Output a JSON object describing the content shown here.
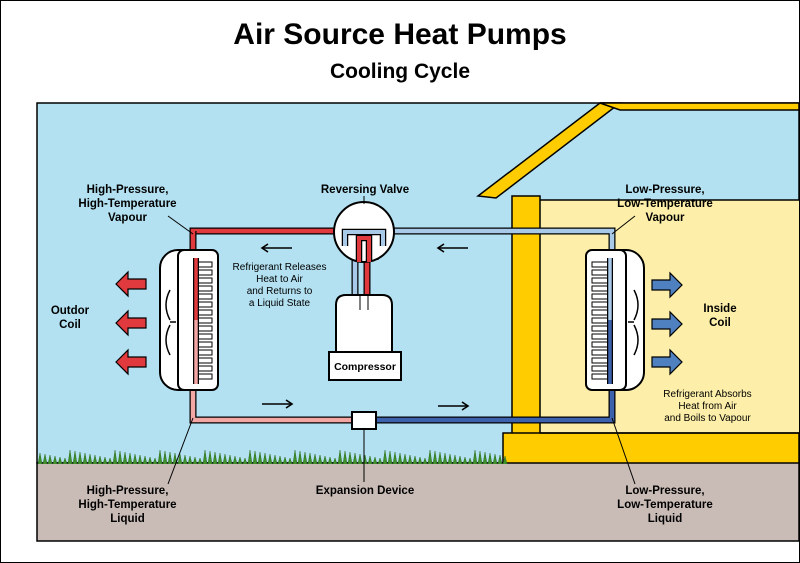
{
  "header": {
    "title": "Air Source Heat Pumps",
    "subtitle": "Cooling Cycle"
  },
  "labels": {
    "hp_hot_vapour": "High-Pressure,\nHigh-Temperature\nVapour",
    "reversing_valve": "Reversing Valve",
    "lp_low_vapour": "Low-Pressure,\nLow-Temperature\nVapour",
    "outdoor_coil": "Outdor\nCoil",
    "inside_coil": "Inside\nCoil",
    "releases_heat": "Refrigerant Releases\nHeat to Air\nand Returns to\na Liquid State",
    "compressor": "Compressor",
    "absorbs_heat": "Refrigerant Absorbs\nHeat from Air\nand Boils to Vapour",
    "hp_hot_liquid": "High-Pressure,\nHigh-Temperature\nLiquid",
    "expansion_device": "Expansion Device",
    "lp_low_liquid": "Low-Pressure,\nLow-Temperature\nLiquid"
  },
  "colors": {
    "sky": "#b3e1f1",
    "ground": "#c9bbb6",
    "grass": "#3f8f2c",
    "house_wall": "#fdefa9",
    "house_frame": "#ffcc00",
    "hot_pipe": "#e03a3e",
    "warm_pipe": "#f2a7a5",
    "cold_pipe": "#3d62ad",
    "cool_pipe": "#a9c9e9",
    "arrow_red": "#e03a3e",
    "arrow_blue": "#4f80c0"
  },
  "icons": [
    "fan-icon",
    "heat-out-arrow-icon",
    "air-in-arrow-icon",
    "flow-arrow-icon"
  ]
}
